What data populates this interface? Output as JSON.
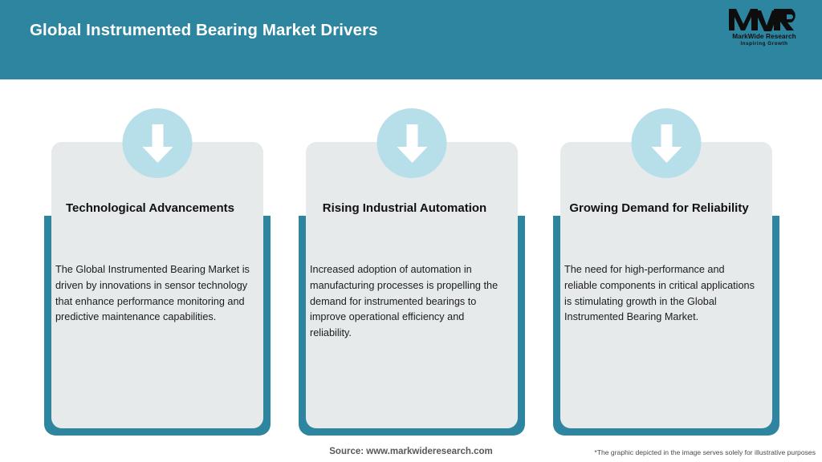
{
  "header": {
    "title": "Global Instrumented Bearing Market Drivers",
    "background_color": "#2d85a0",
    "title_color": "#ffffff"
  },
  "logo": {
    "mark_text": "MWR",
    "name": "MarkWide Research",
    "tagline": "Inspiring Growth"
  },
  "theme": {
    "accent_teal": "#2d85a0",
    "card_gray": "#e6eaeb",
    "icon_circle_blue": "#b6dfea",
    "arrow_white": "#ffffff",
    "heading_color": "#111111",
    "body_color": "#1c1c1c"
  },
  "cards": [
    {
      "icon": "arrow-down-icon",
      "heading": "Technological Advancements",
      "body": "The Global Instrumented Bearing Market is driven by innovations in sensor technology that enhance performance monitoring and predictive maintenance capabilities."
    },
    {
      "icon": "arrow-down-icon",
      "heading": "Rising Industrial Automation",
      "body": "Increased adoption of automation in manufacturing processes is propelling the demand for instrumented bearings to improve operational efficiency and reliability."
    },
    {
      "icon": "arrow-down-icon",
      "heading": "Growing Demand for Reliability",
      "body": "The need for high-performance and reliable components in critical applications is stimulating growth in the Global Instrumented Bearing Market."
    }
  ],
  "footer": {
    "source": "Source: www.markwideresearch.com",
    "disclaimer": "*The graphic depicted in the image serves solely for illustrative purposes"
  }
}
